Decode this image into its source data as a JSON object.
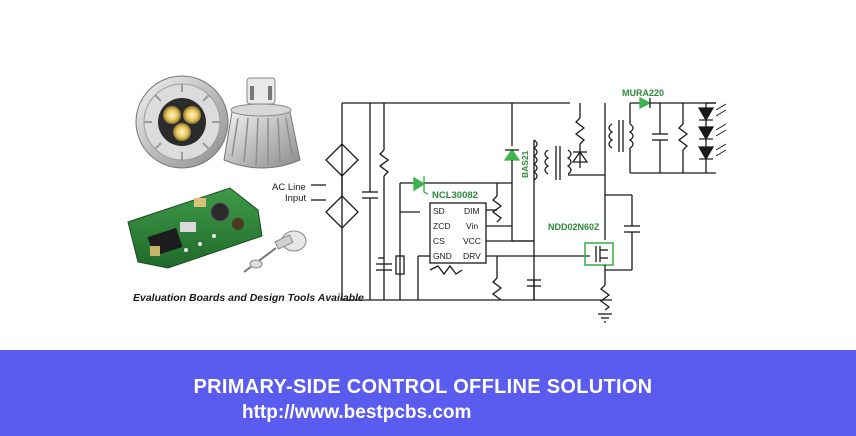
{
  "photo": {
    "caption": "Evaluation Boards and Design Tools Available"
  },
  "schematic": {
    "ac_input_label": "AC Line",
    "ac_input_label2": "Input",
    "controller": "NCL30082",
    "controller_pins_left": [
      "SD",
      "ZCD",
      "CS",
      "GND"
    ],
    "controller_pins_right": [
      "DIM",
      "Vin",
      "VCC",
      "DRV"
    ],
    "diode_bias": "BAS21",
    "diode_output": "MURA220",
    "mosfet": "NDD02N60Z",
    "colors": {
      "wire": "#1a1a1a",
      "part_label": "#2c8a3a",
      "highlight": "#3fb34f"
    }
  },
  "banner": {
    "title": "PRIMARY-SIDE CONTROL OFFLINE SOLUTION",
    "url": "http://www.bestpcbs.com",
    "background": "#5a5cf0"
  }
}
